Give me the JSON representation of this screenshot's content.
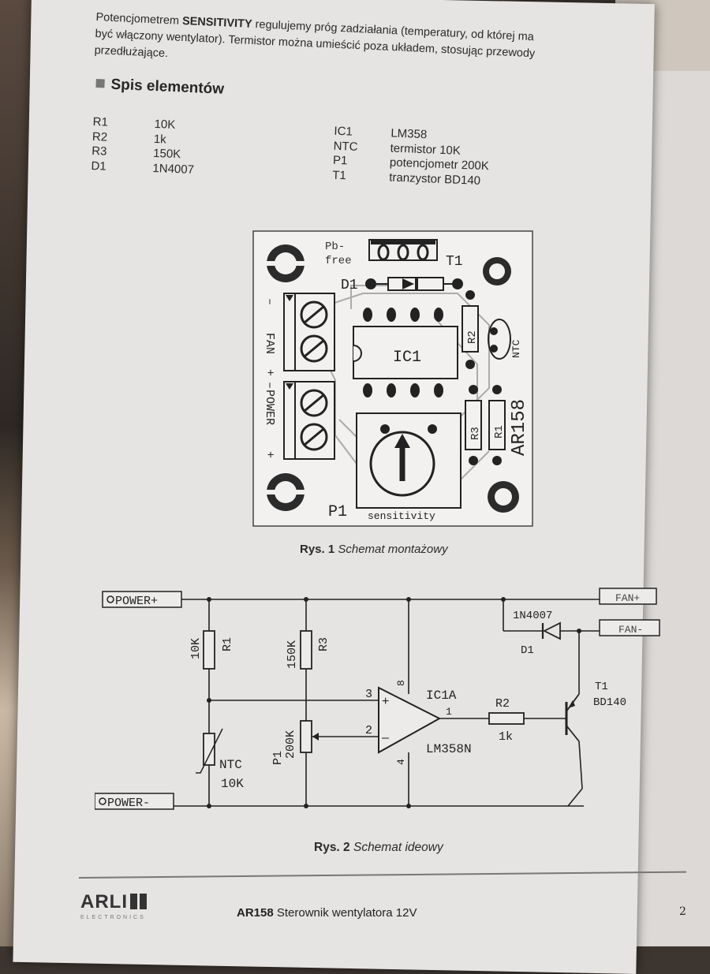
{
  "intro": {
    "line1_pre": "Potencjometrem ",
    "line1_bold": "SENSITIVITY",
    "line1_post": " regulujemy próg zadziałania (temperatury, od której ma",
    "line2": "być włączony wentylator). Termistor można umieścić poza układem, stosując przewody",
    "line3": "przedłużające."
  },
  "section_title": "Spis elementów",
  "parts": [
    {
      "ref": "R1",
      "value": "10K",
      "ref2": "IC1",
      "value2": "LM358"
    },
    {
      "ref": "R2",
      "value": "1k",
      "ref2": "NTC",
      "value2": "termistor 10K"
    },
    {
      "ref": "R3",
      "value": "150K",
      "ref2": "P1",
      "value2": "potencjometr 200K"
    },
    {
      "ref": "D1",
      "value": "1N4007",
      "ref2": "T1",
      "value2": "tranzystor BD140"
    }
  ],
  "board": {
    "pbfree": "Pb-",
    "pbfree2": "free",
    "t1": "T1",
    "d1": "D1",
    "r2": "R2",
    "ntc": "NTC",
    "ic1": "IC1",
    "fan": "FAN",
    "fan_minus": "–",
    "fan_plus": "+",
    "power": "POWER",
    "power_minus": "–",
    "power_plus": "+",
    "ar158": "AR158",
    "r3": "R3",
    "r1": "R1",
    "p1": "P1",
    "sensitivity": "sensitivity"
  },
  "caption1": {
    "num": "Rys. 1",
    "text": " Schemat montażowy"
  },
  "schematic": {
    "power_plus": "POWER+",
    "power_minus": "POWER-",
    "fan_plus": "FAN+",
    "fan_minus": "FAN-",
    "d1_type": "1N4007",
    "d1": "D1",
    "r1_val": "10K",
    "r1": "R1",
    "r3_val": "150K",
    "r3": "R3",
    "ntc": "NTC",
    "ntc_val": "10K",
    "p1": "P1",
    "p1_val": "200K",
    "ic": "IC1A",
    "ic_type": "LM358N",
    "pin3": "3",
    "pin2": "2",
    "pin1": "1",
    "pin8": "8",
    "pin4": "4",
    "plus": "+",
    "minus": "–",
    "r2": "R2",
    "r2_val": "1k",
    "t1": "T1",
    "t1_type": "BD140"
  },
  "caption2": {
    "num": "Rys. 2",
    "text": " Schemat ideowy"
  },
  "footer": {
    "logo": "ARLI",
    "logo_sub": "ELECTRONICS",
    "product": "AR158",
    "product_desc": " Sterownik wentylatora 12V",
    "page": "2"
  }
}
